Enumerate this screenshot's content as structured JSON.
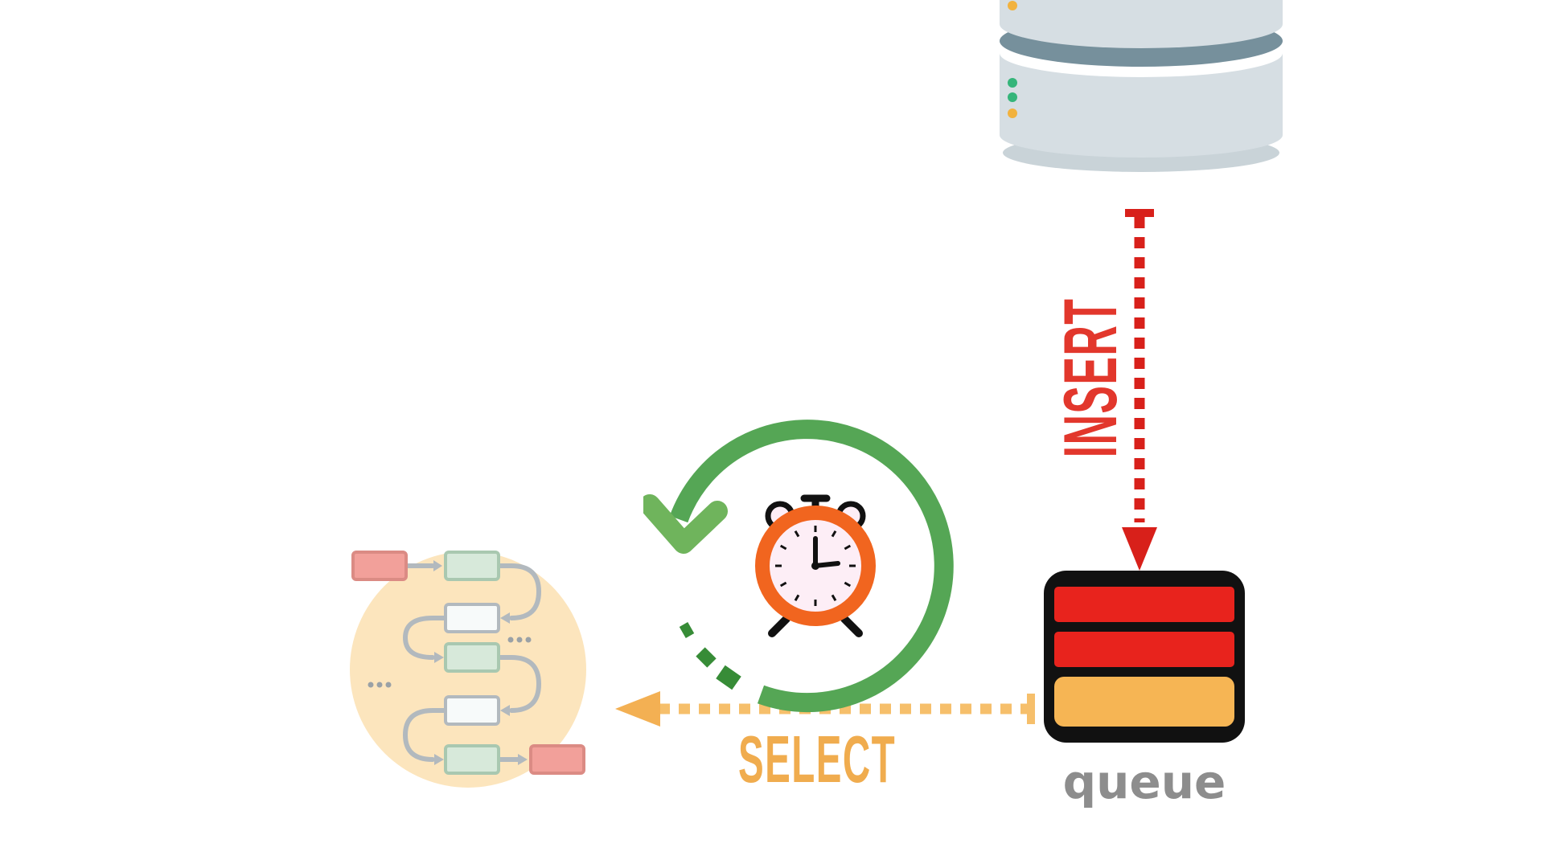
{
  "diagram": {
    "labels": {
      "insert": "INSERT",
      "select": "SELECT",
      "queue": "queue"
    },
    "colors": {
      "insert_red": "#d8201a",
      "insert_text_red": "#e2372c",
      "select_orange": "#f6bf6b",
      "select_head_orange": "#f3b053",
      "select_text_orange": "#f0ac4e",
      "queue_black": "#111111",
      "queue_red": "#e8231d",
      "queue_orange": "#f6b554",
      "queue_label_gray": "#8d8d8d",
      "arc_green": "#55a655",
      "chevron_green": "#6fb45c",
      "dash_green": "#378c37",
      "clock_orange": "#f1651f",
      "clock_face_pink": "#fdeef6",
      "flow_circle_orange": "#fce5bd",
      "flow_line_gray": "#b2b9be",
      "flow_red_box": "#f2a09a",
      "flow_green_box": "#d7e9da",
      "flow_white_box": "#f7fafa",
      "db_body": "#d6dee3",
      "db_band": "#76909c",
      "db_shadow": "#c9d3d8",
      "db_dot_green": "#35b57a",
      "db_dot_yellow": "#f2b23e"
    },
    "icons": {
      "database": "database-icon",
      "queue": "queue-icon",
      "refresh_clock": "refresh-clock-icon",
      "workflow": "workflow-icon"
    }
  }
}
